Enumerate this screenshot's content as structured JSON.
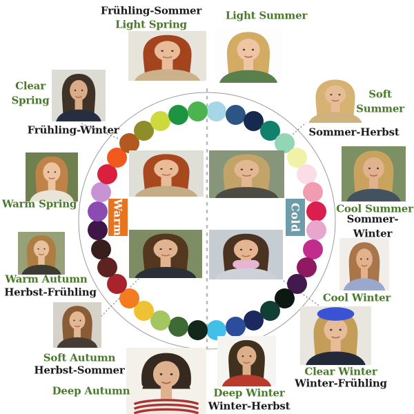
{
  "wheel": {
    "warm_tag": {
      "label": "Warm",
      "bg_color": "#e87420",
      "text_color": "#ffffff"
    },
    "cold_tag": {
      "label": "Cold",
      "bg_color": "#6d9cab",
      "text_color": "#ffffff"
    },
    "dots_clockwise_from_top": [
      "#a5d7e8",
      "#2c5484",
      "#16294f",
      "#12806a",
      "#93d6b7",
      "#f2f2a6",
      "#fadde6",
      "#f09cb1",
      "#d81f4d",
      "#e7a6cc",
      "#c22c8c",
      "#8f1a62",
      "#421a50",
      "#0d1813",
      "#123f35",
      "#1b2a5e",
      "#2c4c9c",
      "#41bfe9",
      "#13281b",
      "#3e6b35",
      "#a3c661",
      "#eec233",
      "#f47b20",
      "#a8232d",
      "#5e2220",
      "#371f1d",
      "#3f1747",
      "#8a4cb2",
      "#c893d2",
      "#da1f3f",
      "#f2591d",
      "#b2591f",
      "#8f8d2a",
      "#cdd93f",
      "#1e9341",
      "#4cb44e"
    ]
  },
  "text_colors": {
    "english_label": "#497a2b",
    "german_label": "#1c1c1c"
  },
  "labels": [
    {
      "id": "fruehling-sommer",
      "lines": [
        "Frühling-Sommer"
      ],
      "lang": "de"
    },
    {
      "id": "light-spring",
      "lines": [
        "Light Spring"
      ],
      "lang": "en"
    },
    {
      "id": "light-summer",
      "lines": [
        "Light Summer"
      ],
      "lang": "en"
    },
    {
      "id": "clear-spring",
      "lines": [
        "Clear",
        "Spring"
      ],
      "lang": "en"
    },
    {
      "id": "fruehling-winter",
      "lines": [
        "Frühling-Winter"
      ],
      "lang": "de"
    },
    {
      "id": "soft-summer",
      "lines": [
        "Soft",
        "Summer"
      ],
      "lang": "en"
    },
    {
      "id": "sommer-herbst",
      "lines": [
        "Sommer-Herbst"
      ],
      "lang": "de"
    },
    {
      "id": "warm-spring",
      "lines": [
        "Warm Spring"
      ],
      "lang": "en"
    },
    {
      "id": "cool-summer",
      "lines": [
        "Cool Summer"
      ],
      "lang": "en"
    },
    {
      "id": "sommer-winter",
      "lines": [
        "Sommer-",
        "Winter"
      ],
      "lang": "de"
    },
    {
      "id": "warm-autumn",
      "lines": [
        "Warm Autumn"
      ],
      "lang": "en"
    },
    {
      "id": "herbst-fruehling",
      "lines": [
        "Herbst-Frühling"
      ],
      "lang": "de"
    },
    {
      "id": "cool-winter",
      "lines": [
        "Cool Winter"
      ],
      "lang": "en"
    },
    {
      "id": "soft-autumn",
      "lines": [
        "Soft Autumn"
      ],
      "lang": "en"
    },
    {
      "id": "herbst-sommer",
      "lines": [
        "Herbst-Sommer"
      ],
      "lang": "de"
    },
    {
      "id": "deep-autumn",
      "lines": [
        "Deep Autumn"
      ],
      "lang": "en"
    },
    {
      "id": "deep-winter",
      "lines": [
        "Deep Winter"
      ],
      "lang": "en"
    },
    {
      "id": "winter-herbst",
      "lines": [
        "Winter-Herbst"
      ],
      "lang": "de"
    },
    {
      "id": "clear-winter",
      "lines": [
        "Clear Winter"
      ],
      "lang": "en"
    },
    {
      "id": "winter-fruehling",
      "lines": [
        "Winter-Frühling"
      ],
      "lang": "de"
    }
  ],
  "portraits": [
    {
      "id": "light-spring",
      "season": "Light Spring / Frühling-Sommer",
      "hair_color": "#a3441f",
      "skin_color": "#e9bb97",
      "top_color": "#c9b28c",
      "bg_color": "#e7e4dc",
      "hair_style": "long"
    },
    {
      "id": "light-summer",
      "season": "Light Summer",
      "hair_color": "#d3ab62",
      "skin_color": "#eec6a3",
      "top_color": "#59804b",
      "bg_color": "#fdfdfd",
      "hair_style": "long"
    },
    {
      "id": "clear-spring",
      "season": "Clear Spring / Frühling-Winter",
      "hair_color": "#3f3226",
      "skin_color": "#d9ab87",
      "top_color": "#262e3f",
      "bg_color": "#dcdcd4",
      "hair_style": "long"
    },
    {
      "id": "soft-summer",
      "season": "Soft Summer / Sommer-Herbst",
      "hair_color": "#d6b372",
      "skin_color": "#e7bd97",
      "top_color": "#cfb27c",
      "bg_color": "#ffffff",
      "hair_style": "long"
    },
    {
      "id": "warm-spring",
      "season": "Warm Spring",
      "hair_color": "#c08347",
      "skin_color": "#eec3a0",
      "top_color": "#e9e4d7",
      "bg_color": "#6f7f4d",
      "hair_style": "long"
    },
    {
      "id": "cool-summer",
      "season": "Cool Summer / Sommer-Winter",
      "hair_color": "#c9a35e",
      "skin_color": "#e0b38e",
      "top_color": "#42525e",
      "bg_color": "#7c9064",
      "hair_style": "long"
    },
    {
      "id": "warm-autumn",
      "season": "Warm Autumn / Herbst-Frühling",
      "hair_color": "#ad7d42",
      "skin_color": "#e8c09c",
      "top_color": "#3b3b33",
      "bg_color": "#97a177",
      "hair_style": "long"
    },
    {
      "id": "soft-autumn",
      "season": "Soft Autumn / Herbst-Sommer",
      "hair_color": "#8a5c36",
      "skin_color": "#e3b793",
      "top_color": "#453d33",
      "bg_color": "#d6d2c9",
      "hair_style": "long"
    },
    {
      "id": "deep-autumn",
      "season": "Deep Autumn",
      "hair_color": "#362a20",
      "skin_color": "#deb28e",
      "top_color": "#efe9dd",
      "bg_color": "#f4f1ea",
      "hair_style": "short",
      "accessory": "stripes",
      "accent_color": "#a83335"
    },
    {
      "id": "deep-winter",
      "season": "Deep Winter / Winter-Herbst",
      "hair_color": "#40301e",
      "skin_color": "#dcae8a",
      "top_color": "#bb3a2e",
      "bg_color": "#f6f4f0",
      "hair_style": "long"
    },
    {
      "id": "clear-winter",
      "season": "Clear Winter / Winter-Frühling",
      "hair_color": "#c49d58",
      "skin_color": "#e6bd98",
      "top_color": "#232939",
      "bg_color": "#e9e6df",
      "hair_style": "long",
      "accessory": "beret",
      "accent_color": "#3a52d4"
    },
    {
      "id": "cool-winter",
      "season": "Cool Winter",
      "hair_color": "#a8764a",
      "skin_color": "#e3b28c",
      "top_color": "#9aa8cc",
      "bg_color": "#f1eeea",
      "hair_style": "long"
    },
    {
      "id": "inner-warm-top",
      "season": "warm palette example (spring)",
      "hair_color": "#a8481f",
      "skin_color": "#e9bb97",
      "top_color": "#c3ac86",
      "bg_color": "#dfdfd7",
      "hair_style": "long"
    },
    {
      "id": "inner-cool-top",
      "season": "cold palette example (summer)",
      "hair_color": "#c2a368",
      "skin_color": "#e3b791",
      "top_color": "#4c4c44",
      "bg_color": "#87967a",
      "hair_style": "long"
    },
    {
      "id": "inner-warm-bottom",
      "season": "warm palette example (autumn)",
      "hair_color": "#53381f",
      "skin_color": "#e2b38f",
      "top_color": "#2b3038",
      "bg_color": "#7e8c64",
      "hair_style": "long"
    },
    {
      "id": "inner-cool-bottom",
      "season": "cold palette example (winter)",
      "hair_color": "#4a3321",
      "skin_color": "#e4b590",
      "top_color": "#cdd2d8",
      "bg_color": "#c6cdd2",
      "hair_style": "long",
      "accessory": "scarf",
      "accent_color": "#e5b5d3"
    }
  ]
}
